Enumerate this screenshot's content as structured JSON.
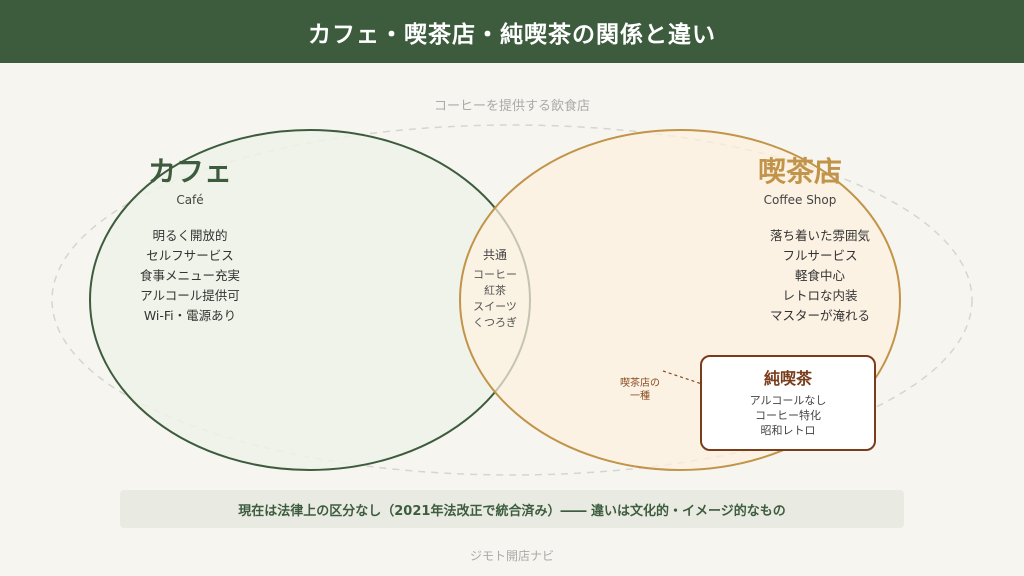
{
  "header": {
    "title": "カフェ・喫茶店・純喫茶の関係と違い"
  },
  "outer": {
    "label": "コーヒーを提供する飲食店"
  },
  "cafe": {
    "title": "カフェ",
    "subtitle": "Café",
    "features": [
      "明るく開放的",
      "セルフサービス",
      "食事メニュー充実",
      "アルコール提供可",
      "Wi-Fi・電源あり"
    ]
  },
  "kissaten": {
    "title": "喫茶店",
    "subtitle": "Coffee Shop",
    "features": [
      "落ち着いた雰囲気",
      "フルサービス",
      "軽食中心",
      "レトロな内装",
      "マスターが淹れる"
    ]
  },
  "common": {
    "title": "共通",
    "items": [
      "コーヒー",
      "紅茶",
      "スイーツ",
      "くつろぎ"
    ]
  },
  "jun_kissa": {
    "title": "純喫茶",
    "features": [
      "アルコールなし",
      "コーヒー特化",
      "昭和レトロ"
    ],
    "relation_lines": [
      "喫茶店の",
      "一種"
    ]
  },
  "note": "現在は法律上の区分なし（2021年法改正で統合済み）―― 違いは文化的・イメージ的なもの",
  "footer": "ジモト開店ナビ",
  "colors": {
    "header_bg": "#3d5c3e",
    "cafe": "#3d5c3e",
    "kissaten": "#c1944a",
    "jun_kissa": "#7a3d1c",
    "outer_dashed": "#d6d6d0"
  }
}
